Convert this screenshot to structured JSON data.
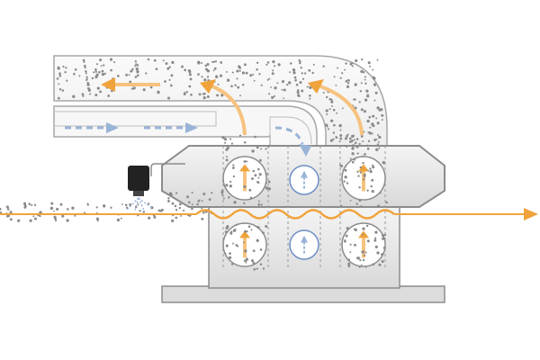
{
  "diagram": {
    "colors": {
      "background": "#ffffff",
      "outline": "#a7a7a7",
      "outline_dark": "#8c8c8c",
      "fill_light": "#ededed",
      "fill_mid": "#e3e3e3",
      "fill_base": "#dcdcdc",
      "particle": "#8a8a8a",
      "hot_flow": "#f0a33b",
      "hot_flow_light": "#f6c27e",
      "cool_flow": "#9ab4d8",
      "cool_ring": "#6f8fc6",
      "nozzle": "#222222"
    },
    "legend": [],
    "components": [
      {
        "name": "exhaust-duct",
        "label": ""
      },
      {
        "name": "return-duct",
        "label": ""
      },
      {
        "name": "treatment-housing",
        "label": ""
      },
      {
        "name": "spray-nozzle",
        "label": ""
      },
      {
        "name": "conveyor-line",
        "label": ""
      },
      {
        "name": "circulation-rollers",
        "label": ""
      }
    ]
  }
}
